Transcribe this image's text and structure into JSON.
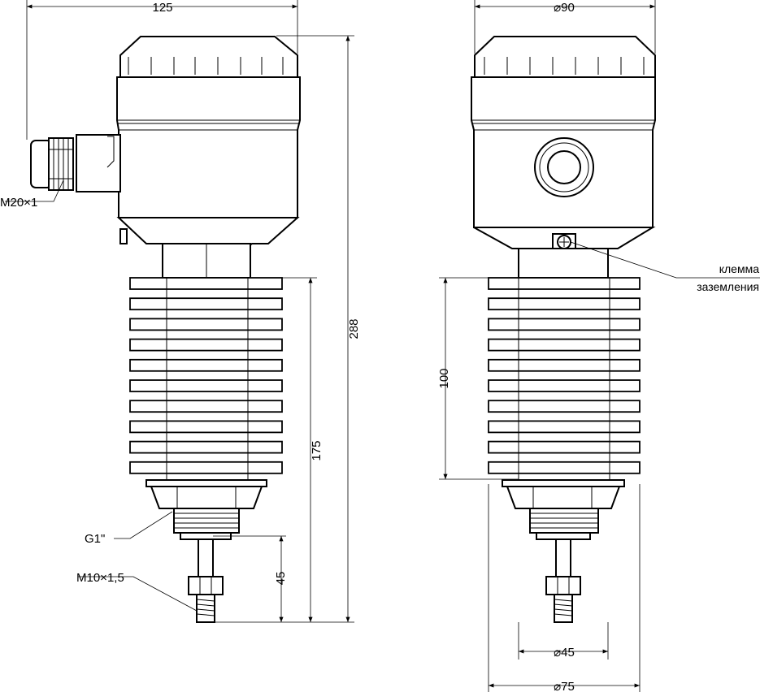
{
  "dimensions": {
    "width_housing": "125",
    "dia_top": "⌀90",
    "cable_gland": "M20×1",
    "total_height": "288",
    "heatsink_length": "175",
    "fins_height": "100",
    "thread_g": "G1\"",
    "thread_m": "M10×1,5",
    "probe_length": "45",
    "dia_45": "⌀45",
    "dia_75": "⌀75"
  },
  "labels": {
    "ground_line1": "клемма",
    "ground_line2": "заземления"
  }
}
